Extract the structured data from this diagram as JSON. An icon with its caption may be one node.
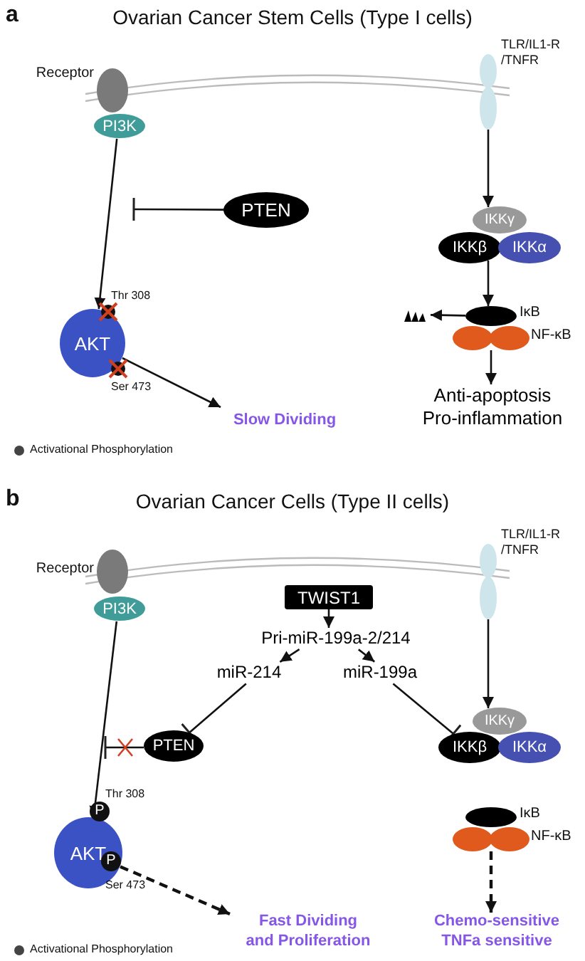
{
  "diagram": {
    "nodes": [
      {
        "text": [
          "Receptor"
        ]
      },
      {
        "text": [
          "PI3K"
        ]
      },
      {
        "text": [
          "PTEN"
        ]
      },
      {
        "text": [
          "AKT"
        ],
        "beside": [
          "Thr 308",
          "Ser 473"
        ]
      },
      {
        "text": [
          "Slow Dividing"
        ]
      },
      {
        "text": [
          "TLR/IL1-R /TNFR"
        ]
      },
      {
        "text": [
          "IKKγ"
        ]
      },
      {
        "text": [
          "IKKβ"
        ]
      },
      {
        "text": [
          "IKKα"
        ]
      },
      {
        "text": [
          "IκB"
        ]
      },
      {
        "text": [
          "NF-κB"
        ]
      },
      {
        "text": [
          "Anti-apoptosis Pro-inflammation"
        ]
      },
      {
        "text": [],
        "shape": "triangle"
      },
      {
        "text": [
          "Receptor"
        ]
      },
      {
        "text": [
          "PI3K"
        ]
      },
      {
        "text": [
          "TWIST1"
        ]
      },
      {
        "text": [
          "Pri-miR-199a-2/214"
        ]
      },
      {
        "text": [
          "miR-214"
        ]
      },
      {
        "text": [
          "miR-199a"
        ]
      },
      {
        "text": [
          "PTEN"
        ]
      },
      {
        "text": [
          "AKT"
        ],
        "beside": [
          "Thr 308",
          "Ser 473"
        ]
      },
      {
        "text": [
          "Fast Dividing and Proliferation"
        ]
      },
      {
        "text": [
          "TLR/IL1-R /TNFR"
        ]
      },
      {
        "text": [
          "IKKγ"
        ]
      },
      {
        "text": [
          "IKKβ"
        ]
      },
      {
        "text": [
          "IKKα"
        ]
      },
      {
        "text": [
          "IκB"
        ]
      },
      {
        "text": [
          "NF-κB"
        ]
      },
      {
        "text": [
          "Chemo-sensitive TNFa sensitive"
        ]
      }
    ],
    "edges": [
      {
        "from": 1,
        "to": 3,
        "arrow": "to"
      },
      {
        "from": 2,
        "to": null,
        "arrow": "other"
      },
      {
        "from": 3,
        "to": 4,
        "arrow": "to"
      },
      {
        "from": 5,
        "to": 6,
        "arrow": "to"
      },
      {
        "from": 7,
        "to": 9,
        "arrow": "to"
      },
      {
        "from": 9,
        "to": 12,
        "arrow": "to"
      },
      {
        "from": 10,
        "to": 11,
        "arrow": "to"
      },
      {
        "from": 14,
        "to": 20,
        "arrow": "to"
      },
      {
        "from": 19,
        "to": null,
        "arrow": "other"
      },
      {
        "from": 15,
        "to": 16,
        "arrow": "to"
      },
      {
        "from": 16,
        "to": 17,
        "arrow": "to"
      },
      {
        "from": 16,
        "to": 18,
        "arrow": "to"
      },
      {
        "from": 17,
        "to": 19,
        "arrow": "other"
      },
      {
        "from": 18,
        "to": 24,
        "arrow": "other"
      },
      {
        "from": 22,
        "to": 23,
        "arrow": "to"
      },
      {
        "from": 20,
        "to": 21,
        "arrow": "to",
        "style": "dashed"
      },
      {
        "from": 27,
        "to": 28,
        "arrow": "to",
        "style": "dashed"
      }
    ],
    "labels": [
      "a",
      "Ovarian Cancer Stem Cells (Type I cells)",
      "b",
      "Ovarian Cancer Cells (Type II cells)",
      "P",
      "P"
    ],
    "legend": [
      {
        "text": "Activational Phosphorylation"
      },
      {
        "text": "Activational Phosphorylation"
      }
    ]
  }
}
